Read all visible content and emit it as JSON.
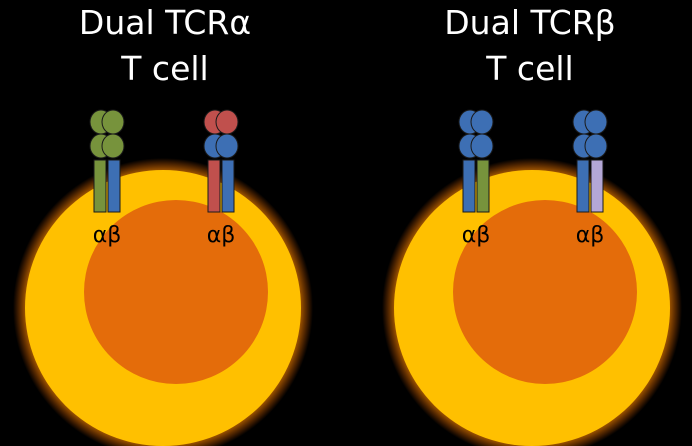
{
  "panels": [
    {
      "title_line1": "Dual TCRα",
      "title_line2": "T cell",
      "receptors": [
        {
          "label": "αβ",
          "head_top_color": "#77933c",
          "head_bottom_color": "#77933c",
          "chain_left_color": "#77933c",
          "chain_right_color": "#3d6fb4"
        },
        {
          "label": "αβ",
          "head_top_color": "#c0504d",
          "head_bottom_color": "#3d6fb4",
          "chain_left_color": "#c0504d",
          "chain_right_color": "#3d6fb4"
        }
      ]
    },
    {
      "title_line1": "Dual TCRβ",
      "title_line2": "T cell",
      "receptors": [
        {
          "label": "αβ",
          "head_top_color": "#3d6fb4",
          "head_bottom_color": "#3d6fb4",
          "chain_left_color": "#3d6fb4",
          "chain_right_color": "#77933c"
        },
        {
          "label": "αβ",
          "head_top_color": "#3d6fb4",
          "head_bottom_color": "#3d6fb4",
          "chain_left_color": "#3d6fb4",
          "chain_right_color": "#b4a7d6"
        }
      ]
    }
  ],
  "colors": {
    "background": "#000000",
    "cell_membrane": "#ffc000",
    "cell_glow": "#ff9900",
    "nucleus": "#e46c0a",
    "title_text": "#ffffff",
    "label_text": "#000000"
  }
}
